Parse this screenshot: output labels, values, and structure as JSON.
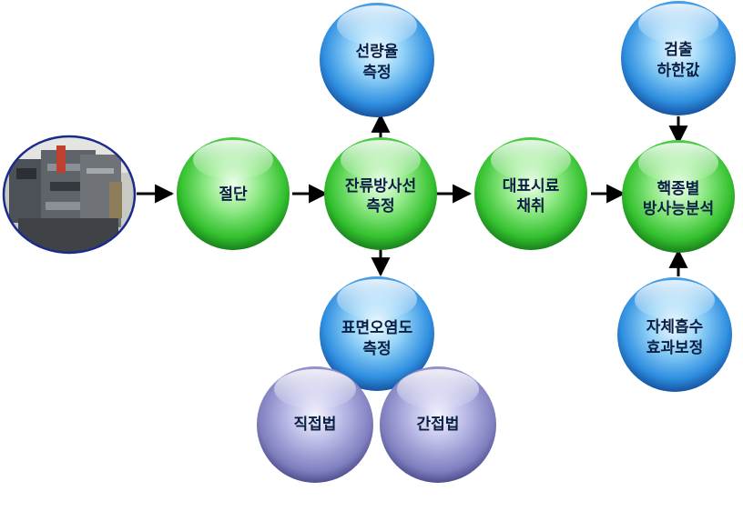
{
  "diagram": {
    "nodes": {
      "cut": {
        "lines": [
          "절단"
        ],
        "color": "green"
      },
      "residual": {
        "lines": [
          "잔류방사선",
          "측정"
        ],
        "color": "green"
      },
      "sample": {
        "lines": [
          "대표시료",
          "채취"
        ],
        "color": "green"
      },
      "nuclide": {
        "lines": [
          "핵종별",
          "방사능분석"
        ],
        "color": "green"
      },
      "dose_rate": {
        "lines": [
          "선량율",
          "측정"
        ],
        "color": "blue"
      },
      "surface": {
        "lines": [
          "표면오염도",
          "측정"
        ],
        "color": "blue"
      },
      "mda": {
        "lines": [
          "검출",
          "하한값"
        ],
        "color": "blue"
      },
      "absorption": {
        "lines": [
          "자체흡수",
          "효과보정"
        ],
        "color": "blue"
      },
      "direct": {
        "lines": [
          "직접법"
        ],
        "color": "purple"
      },
      "indirect": {
        "lines": [
          "간접법"
        ],
        "color": "purple"
      }
    },
    "photo": {
      "subject": "scrap metal pile photo"
    },
    "colors": {
      "green": "#3fc93a",
      "blue": "#2f8fe0",
      "purple": "#7f7fbf",
      "arrow": "#000000",
      "photo_border": "#1b2a8c",
      "label": "#0b1f44"
    }
  }
}
